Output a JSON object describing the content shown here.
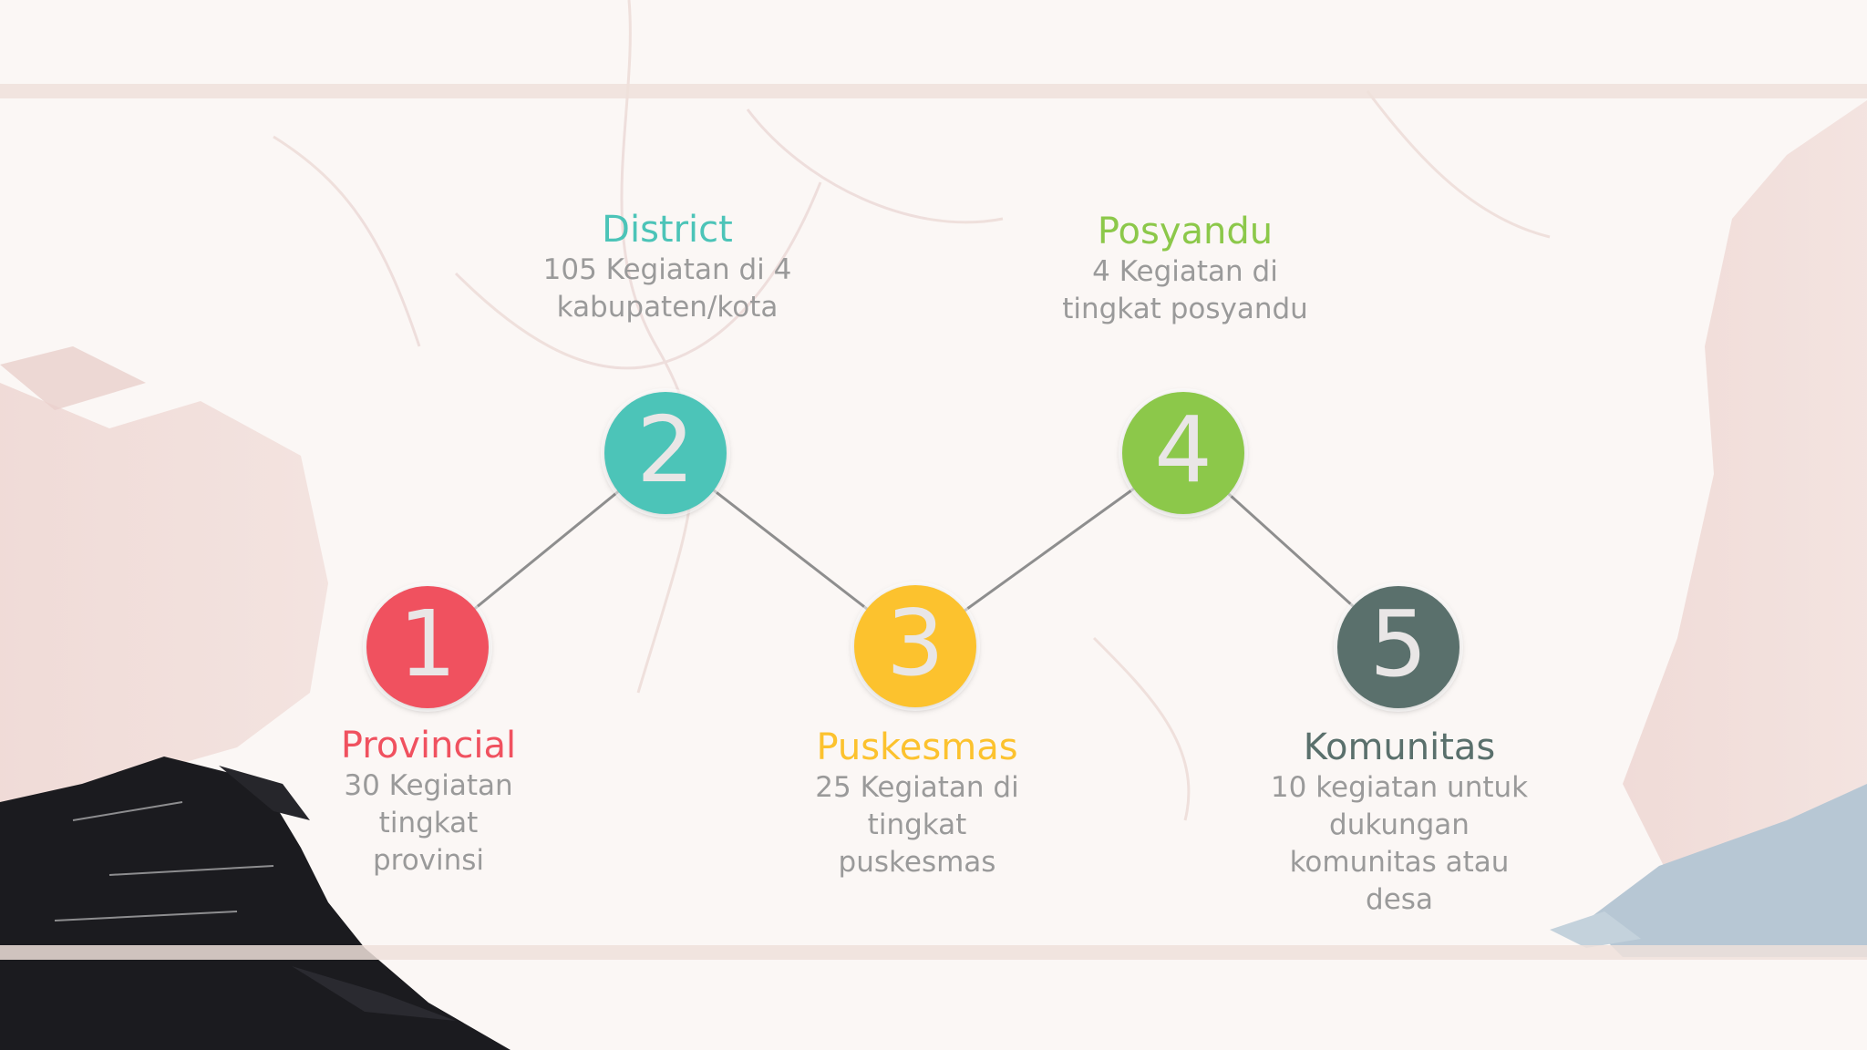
{
  "colors": {
    "provincial": "#f0515f",
    "district": "#4cc4b8",
    "puskesmas": "#fcc22e",
    "posyandu": "#8cc84a",
    "komunitas": "#5a706c",
    "connector": "#8e8e8e",
    "description": "#9a9a9a"
  },
  "steps": [
    {
      "number": "1",
      "title": "Provincial",
      "description": "30 Kegiatan tingkat provinsi"
    },
    {
      "number": "2",
      "title": "District",
      "description": "105 Kegiatan di 4 kabupaten/kota"
    },
    {
      "number": "3",
      "title": "Puskesmas",
      "description": "25 Kegiatan di tingkat puskesmas"
    },
    {
      "number": "4",
      "title": "Posyandu",
      "description": "4 Kegiatan di tingkat posyandu"
    },
    {
      "number": "5",
      "title": "Komunitas",
      "description": "10 kegiatan untuk dukungan komunitas atau desa"
    }
  ]
}
